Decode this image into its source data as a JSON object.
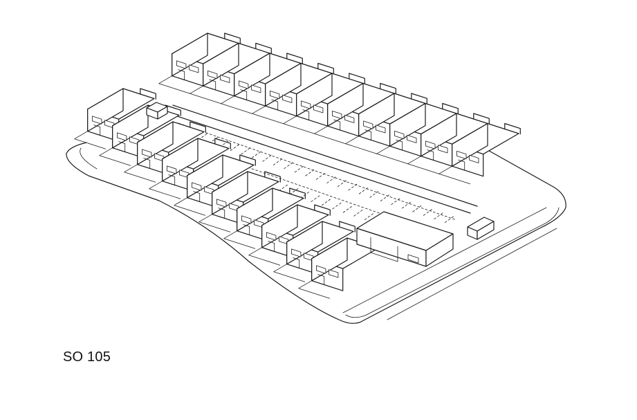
{
  "caption": "SO 105",
  "colors": {
    "line": "#1a1a1a",
    "background": "#ffffff"
  },
  "drawing": {
    "kind": "isometric site plan of terraced housing around a central parking court",
    "north_row_units": 10,
    "south_row_units": 10,
    "end_buildings": 1
  }
}
